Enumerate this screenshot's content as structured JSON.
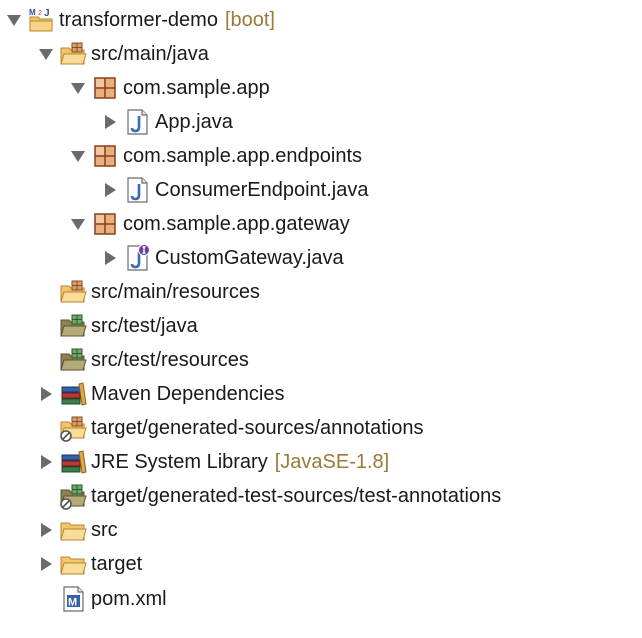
{
  "tree": {
    "project": {
      "name": "transformer-demo",
      "decoration": "[boot]"
    },
    "src_main_java": {
      "label": "src/main/java"
    },
    "pkg_app": {
      "label": "com.sample.app"
    },
    "file_app": {
      "label": "App.java"
    },
    "pkg_endpoints": {
      "label": "com.sample.app.endpoints"
    },
    "file_consumer": {
      "label": "ConsumerEndpoint.java"
    },
    "pkg_gateway": {
      "label": "com.sample.app.gateway"
    },
    "file_gateway": {
      "label": "CustomGateway.java"
    },
    "src_main_resources": {
      "label": "src/main/resources"
    },
    "src_test_java": {
      "label": "src/test/java"
    },
    "src_test_resources": {
      "label": "src/test/resources"
    },
    "maven_deps": {
      "label": "Maven Dependencies"
    },
    "gen_annotations": {
      "label": "target/generated-sources/annotations"
    },
    "jre": {
      "label": "JRE System Library",
      "decoration": "[JavaSE-1.8]"
    },
    "gen_test_annotations": {
      "label": "target/generated-test-sources/test-annotations"
    },
    "folder_src": {
      "label": "src"
    },
    "folder_target": {
      "label": "target"
    },
    "pom": {
      "label": "pom.xml"
    }
  },
  "colors": {
    "arrow": "#6b6b6b",
    "decoration": "#9a7a3a",
    "folder": "#f2c46b",
    "package": "#c9794e",
    "java_letter": "#3a6ab0"
  }
}
